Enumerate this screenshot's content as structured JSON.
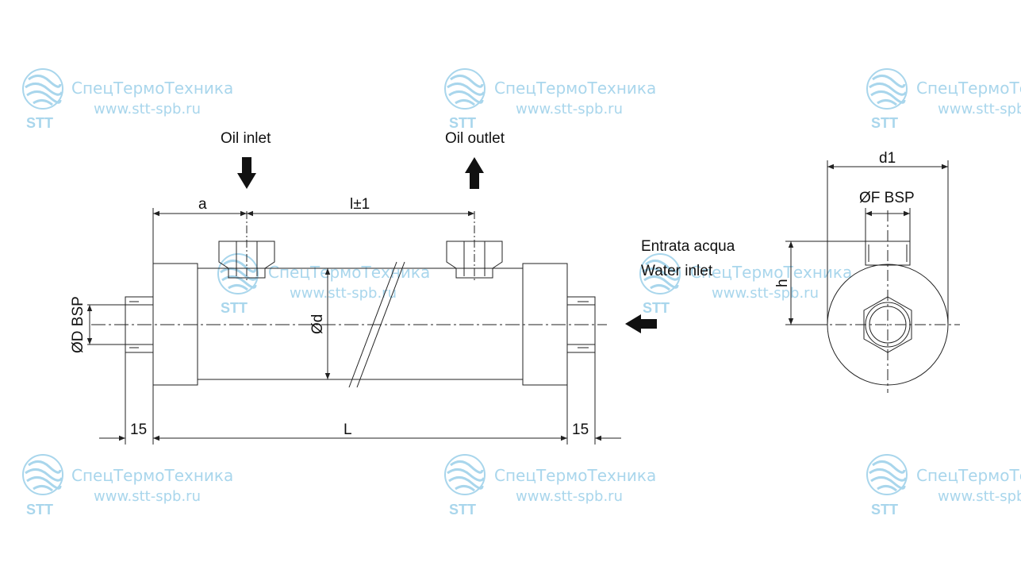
{
  "watermark": {
    "company": "СпецТермоТехника",
    "url": "www.stt-spb.ru",
    "logo_text": "STT",
    "color": "#a9d6ec"
  },
  "labels": {
    "oil_inlet": "Oil inlet",
    "oil_outlet": "Oil outlet",
    "dim_a": "a",
    "dim_l": "l±1",
    "dim_d": "Ød",
    "dim_D_bsp": "ØD BSP",
    "dim_15_left": "15",
    "dim_L": "L",
    "dim_15_right": "15",
    "water_inlet_it": "Entrata acqua",
    "water_inlet_en": "Water inlet",
    "dim_d1": "d1",
    "dim_F_bsp": "ØF BSP",
    "dim_h": "h"
  },
  "colors": {
    "line": "#222222",
    "arrow": "#111111"
  }
}
